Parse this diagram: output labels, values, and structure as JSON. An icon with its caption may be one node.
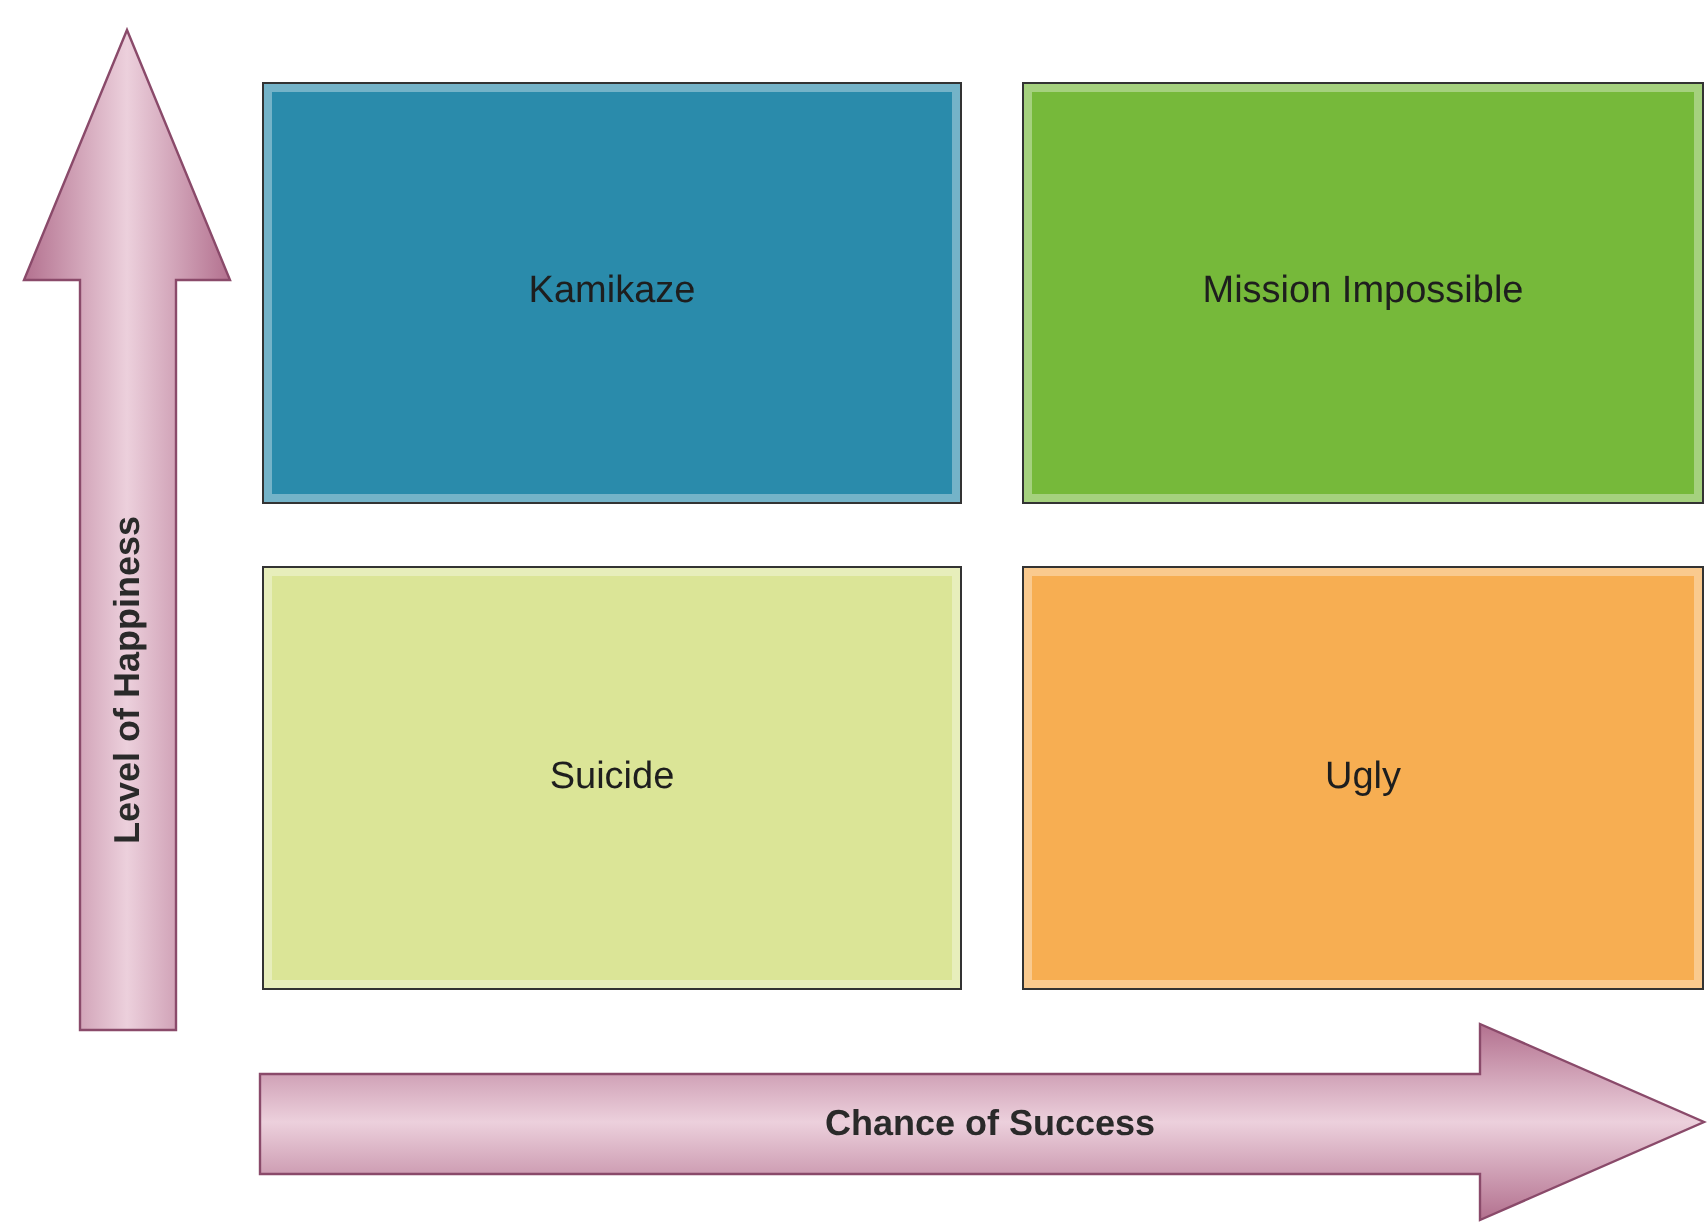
{
  "diagram": {
    "nodes": [
      {
        "text": [
          "Level of Happiness"
        ]
      },
      {
        "text": [
          "Kamikaze"
        ]
      },
      {
        "text": [
          "Mission Impossible"
        ]
      },
      {
        "text": [
          "Suicide"
        ]
      },
      {
        "text": [
          "Ugly"
        ]
      },
      {
        "text": [
          "Chance of Success"
        ]
      }
    ]
  }
}
